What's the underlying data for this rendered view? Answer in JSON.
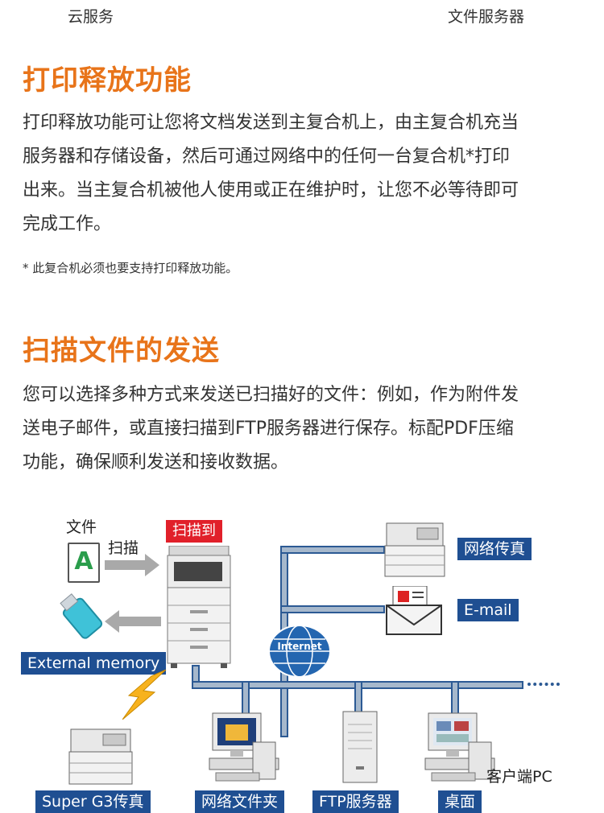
{
  "header": {
    "left_label": "云服务",
    "right_label": "文件服务器"
  },
  "section1": {
    "title": "打印释放功能",
    "lines": [
      "打印释放功能可让您将文档发送到主复合机上，由主复合机充当",
      "服务器和存储设备，然后可通过网络中的任何一台复合机*打印",
      "出来。当主复合机被他人使用或正在维护时，让您不必等待即可",
      "完成工作。"
    ],
    "note": "* 此复合机必须也要支持打印释放功能。"
  },
  "section2": {
    "title": "扫描文件的发送",
    "lines": [
      "您可以选择多种方式来发送已扫描好的文件：例如，作为附件发",
      "送电子邮件，或直接扫描到FTP服务器进行保存。标配PDF压缩",
      "功能，确保顺利发送和接收数据。"
    ]
  },
  "diagram": {
    "file_label": "文件",
    "scan_label": "扫描",
    "scan_to_label": "扫描到",
    "file_letter": "A",
    "external_memory": "External memory",
    "network_fax": "网络传真",
    "email": "E-mail",
    "internet": "Internet",
    "client_pc": "客户端PC",
    "super_g3_fax": "Super G3传真",
    "network_folder": "网络文件夹",
    "ftp_server": "FTP服务器",
    "desktop": "桌面",
    "colors": {
      "accent_orange": "#e8741a",
      "label_blue": "#1f4f92",
      "label_red": "#e1202a",
      "pipe_fill": "#a6b8cc"
    }
  }
}
